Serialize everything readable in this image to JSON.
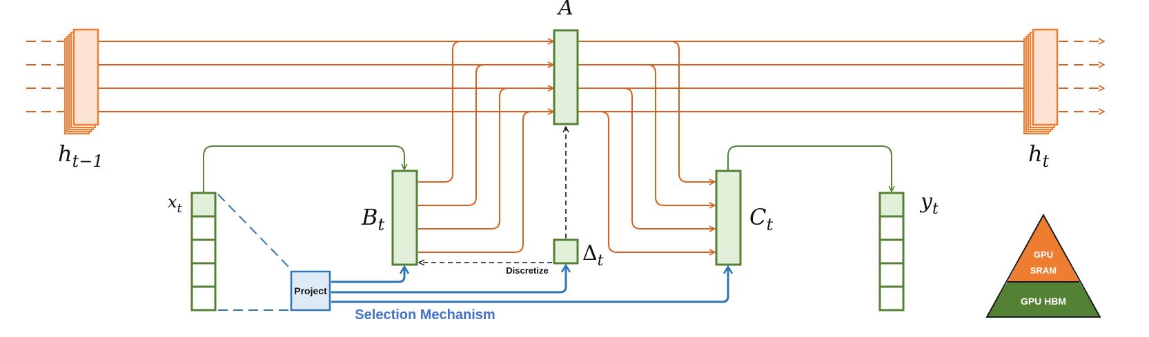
{
  "labels": {
    "A": "A",
    "h_prev_base": "h",
    "h_prev_sub": "t−1",
    "h_next_base": "h",
    "h_next_sub": "t",
    "x_base": "x",
    "x_sub": "t",
    "y_base": "y",
    "y_sub": "t",
    "B_base": "B",
    "B_sub": "t",
    "C_base": "C",
    "C_sub": "t",
    "delta_base": "Δ",
    "delta_sub": "t",
    "project": "Project",
    "discretize": "Discretize",
    "selection": "Selection Mechanism",
    "sram_line1": "GPU",
    "sram_line2": "SRAM",
    "hbm": "GPU HBM"
  },
  "colors": {
    "orange": "#D9601E",
    "orange_fill": "#FDE3D4",
    "orange_edge": "#ED7D31",
    "green": "#548235",
    "green_fill": "#E2F0D9",
    "blue": "#2E75B6",
    "blue_fill": "#DEEBF7",
    "blue_text": "#4472C4",
    "sram": "#ED7D31",
    "hbm": "#548235"
  }
}
